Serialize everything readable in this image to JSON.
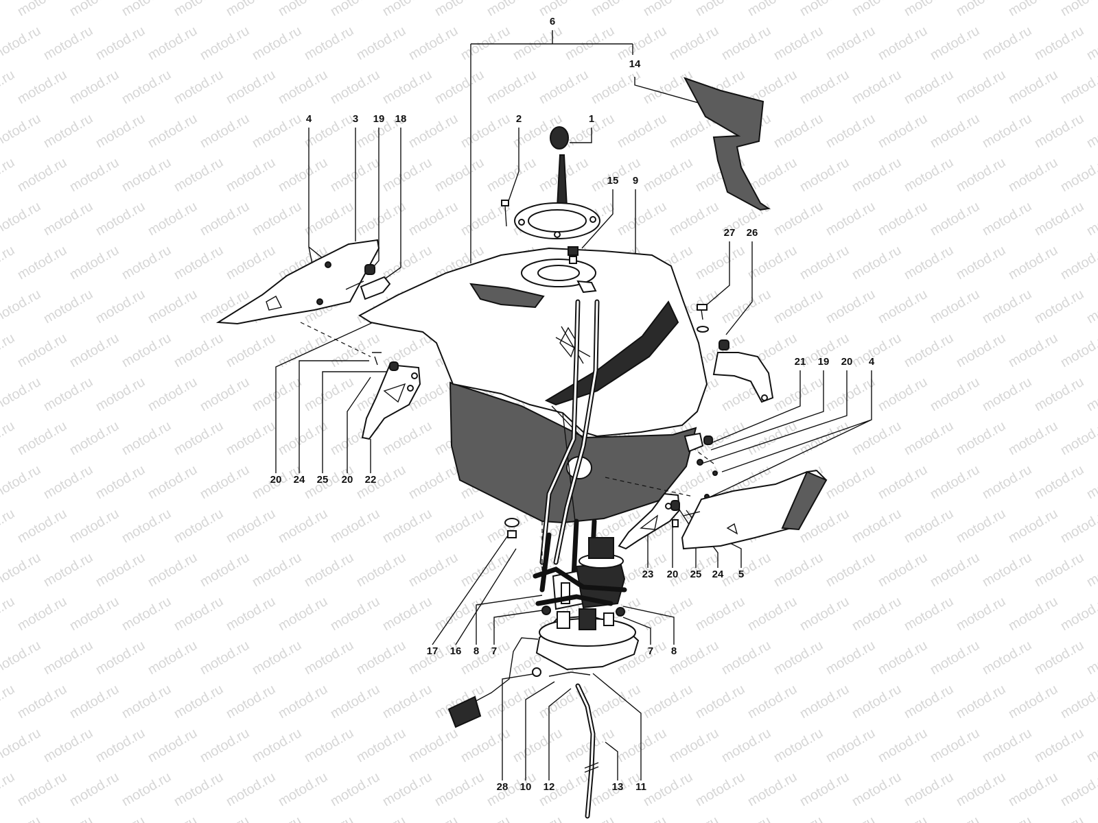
{
  "watermark": {
    "text": "motod.ru",
    "color": "#d6d6d6"
  },
  "callouts": [
    {
      "id": "c1",
      "label": "1"
    },
    {
      "id": "c2",
      "label": "2"
    },
    {
      "id": "c6",
      "label": "6"
    },
    {
      "id": "c14",
      "label": "14"
    },
    {
      "id": "c15",
      "label": "15"
    },
    {
      "id": "c9",
      "label": "9"
    },
    {
      "id": "c4a",
      "label": "4"
    },
    {
      "id": "c3",
      "label": "3"
    },
    {
      "id": "c19a",
      "label": "19"
    },
    {
      "id": "c18",
      "label": "18"
    },
    {
      "id": "c27",
      "label": "27"
    },
    {
      "id": "c26",
      "label": "26"
    },
    {
      "id": "c21",
      "label": "21"
    },
    {
      "id": "c19b",
      "label": "19"
    },
    {
      "id": "c20a",
      "label": "20"
    },
    {
      "id": "c4b",
      "label": "4"
    },
    {
      "id": "c20b",
      "label": "20"
    },
    {
      "id": "c24a",
      "label": "24"
    },
    {
      "id": "c25a",
      "label": "25"
    },
    {
      "id": "c20c",
      "label": "20"
    },
    {
      "id": "c22",
      "label": "22"
    },
    {
      "id": "c23",
      "label": "23"
    },
    {
      "id": "c20d",
      "label": "20"
    },
    {
      "id": "c25b",
      "label": "25"
    },
    {
      "id": "c24b",
      "label": "24"
    },
    {
      "id": "c5",
      "label": "5"
    },
    {
      "id": "c17",
      "label": "17"
    },
    {
      "id": "c16",
      "label": "16"
    },
    {
      "id": "c8a",
      "label": "8"
    },
    {
      "id": "c7a",
      "label": "7"
    },
    {
      "id": "c7b",
      "label": "7"
    },
    {
      "id": "c8b",
      "label": "8"
    },
    {
      "id": "c28",
      "label": "28"
    },
    {
      "id": "c10",
      "label": "10"
    },
    {
      "id": "c12",
      "label": "12"
    },
    {
      "id": "c13",
      "label": "13"
    },
    {
      "id": "c11",
      "label": "11"
    }
  ]
}
